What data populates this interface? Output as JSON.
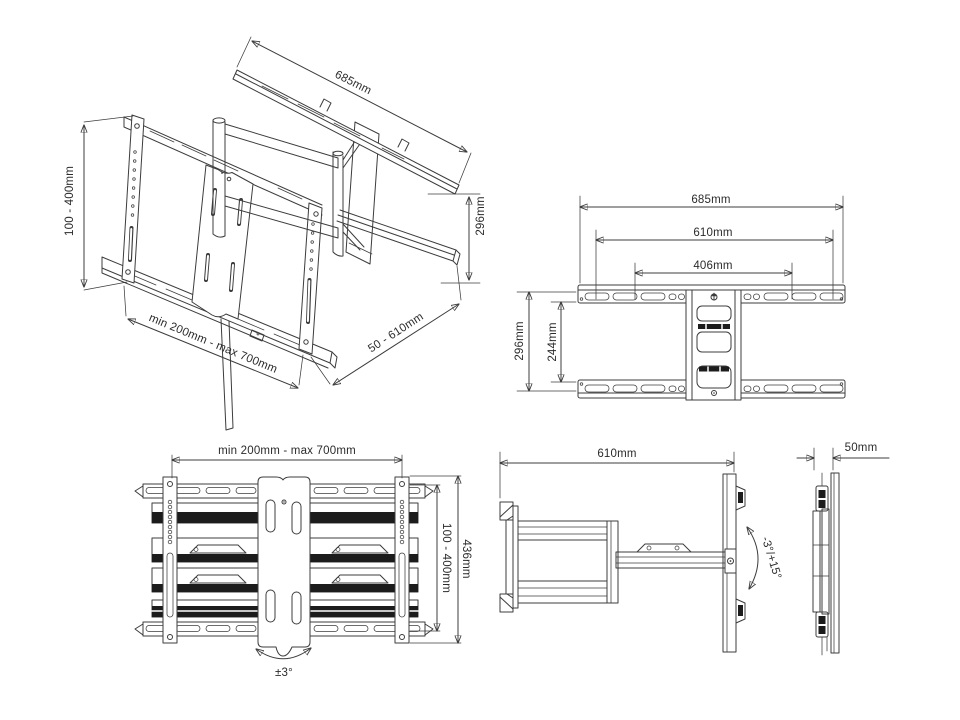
{
  "document": {
    "type": "technical-drawing",
    "subject": "articulating TV wall mount - dimensioned views",
    "background_color": "#ffffff",
    "line_color": "#3c3c3c",
    "dark_fill_color": "#1c1c1c"
  },
  "labels": {
    "iso_rail_width": "685mm",
    "iso_tv_height": "100 - 400mm",
    "iso_depth": "296mm",
    "iso_width_range": "min 200mm - max 700mm",
    "iso_extension": "50 - 610mm",
    "plate_overall_width": "685mm",
    "plate_hole_span": "610mm",
    "plate_inner_span": "406mm",
    "plate_overall_height": "296mm",
    "plate_hole_height": "244mm",
    "front_width_range": "min 200mm - max 700mm",
    "front_vesa_height": "100 - 400mm",
    "front_overall_height": "436mm",
    "front_swivel": "±3°",
    "side_extension": "610mm",
    "side_tilt": "-3°/+15°",
    "folded_depth": "50mm"
  }
}
